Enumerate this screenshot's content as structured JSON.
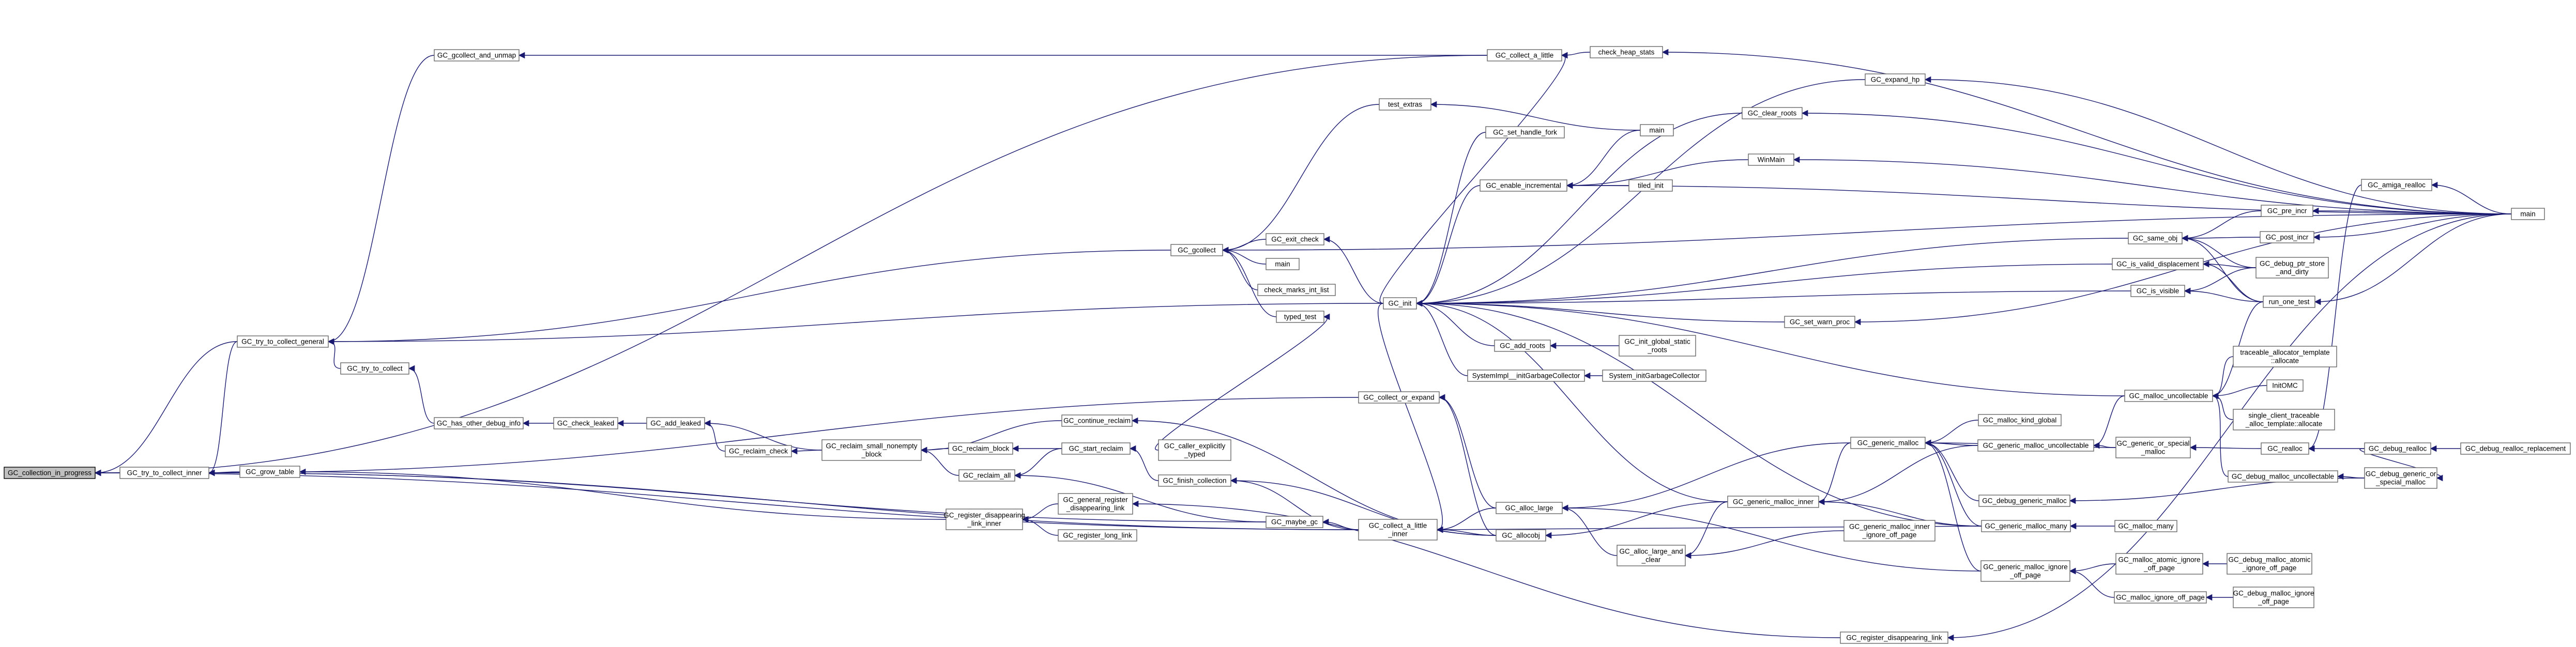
{
  "graph": {
    "kind": "call-graph",
    "root": "GC_collection_in_progress",
    "colors": {
      "node_fill": "#ffffff",
      "root_fill": "#bfbfbf",
      "node_border": "#666666",
      "edge": "#191970",
      "text": "#000000"
    },
    "nodes": [
      {
        "id": "GC_collection_in_progress",
        "lines": [
          "GC_collection_in_progress"
        ],
        "root": true
      },
      {
        "id": "GC_try_to_collect_inner",
        "lines": [
          "GC_try_to_collect_inner"
        ]
      },
      {
        "id": "GC_try_to_collect_general",
        "lines": [
          "GC_try_to_collect_general"
        ]
      },
      {
        "id": "GC_gcollect_and_unmap",
        "lines": [
          "GC_gcollect_and_unmap"
        ]
      },
      {
        "id": "GC_try_to_collect",
        "lines": [
          "GC_try_to_collect"
        ]
      },
      {
        "id": "GC_grow_table",
        "lines": [
          "GC_grow_table"
        ]
      },
      {
        "id": "GC_has_other_debug_info",
        "lines": [
          "GC_has_other_debug_info"
        ]
      },
      {
        "id": "GC_check_leaked",
        "lines": [
          "GC_check_leaked"
        ]
      },
      {
        "id": "GC_add_leaked",
        "lines": [
          "GC_add_leaked"
        ]
      },
      {
        "id": "GC_reclaim_check",
        "lines": [
          "GC_reclaim_check"
        ]
      },
      {
        "id": "GC_reclaim_small_nonempty_block",
        "lines": [
          "GC_reclaim_small_nonempty",
          "_block"
        ]
      },
      {
        "id": "GC_continue_reclaim",
        "lines": [
          "GC_continue_reclaim"
        ]
      },
      {
        "id": "GC_reclaim_block",
        "lines": [
          "GC_reclaim_block"
        ]
      },
      {
        "id": "GC_reclaim_all",
        "lines": [
          "GC_reclaim_all"
        ]
      },
      {
        "id": "GC_start_reclaim",
        "lines": [
          "GC_start_reclaim"
        ]
      },
      {
        "id": "GC_register_disappearing_link_inner",
        "lines": [
          "GC_register_disappearing",
          "_link_inner"
        ]
      },
      {
        "id": "GC_general_register_disappearing_link",
        "lines": [
          "GC_general_register",
          "_disappearing_link"
        ]
      },
      {
        "id": "GC_register_long_link",
        "lines": [
          "GC_register_long_link"
        ]
      },
      {
        "id": "GC_gcollect",
        "lines": [
          "GC_gcollect"
        ]
      },
      {
        "id": "test_extras",
        "lines": [
          "test_extras"
        ]
      },
      {
        "id": "GC_exit_check",
        "lines": [
          "GC_exit_check"
        ]
      },
      {
        "id": "main_a",
        "lines": [
          "main"
        ]
      },
      {
        "id": "check_marks_int_list",
        "lines": [
          "check_marks_int_list"
        ]
      },
      {
        "id": "typed_test",
        "lines": [
          "typed_test"
        ]
      },
      {
        "id": "GC_call_with_alloc_lock_typed",
        "lines": [
          "GC_caller_explicitly",
          "_typed"
        ]
      },
      {
        "id": "GC_finish_collection",
        "lines": [
          "GC_finish_collection"
        ]
      },
      {
        "id": "GC_maybe_gc",
        "lines": [
          "GC_maybe_gc"
        ]
      },
      {
        "id": "GC_collect_or_expand",
        "lines": [
          "GC_collect_or_expand"
        ]
      },
      {
        "id": "GC_collect_a_little_inner",
        "lines": [
          "GC_collect_a_little",
          "_inner"
        ]
      },
      {
        "id": "GC_collect_a_little",
        "lines": [
          "GC_collect_a_little"
        ]
      },
      {
        "id": "check_heap_stats",
        "lines": [
          "check_heap_stats"
        ]
      },
      {
        "id": "GC_init",
        "lines": [
          "GC_init"
        ]
      },
      {
        "id": "GC_set_handle_fork",
        "lines": [
          "GC_set_handle_fork"
        ]
      },
      {
        "id": "GC_enable_incremental",
        "lines": [
          "GC_enable_incremental"
        ]
      },
      {
        "id": "main_b",
        "lines": [
          "main"
        ]
      },
      {
        "id": "WinMain",
        "lines": [
          "WinMain"
        ]
      },
      {
        "id": "tiled_init",
        "lines": [
          "tiled_init"
        ]
      },
      {
        "id": "GC_add_roots",
        "lines": [
          "GC_add_roots"
        ]
      },
      {
        "id": "GC_init_global_static_roots",
        "lines": [
          "GC_init_global_static",
          "_roots"
        ]
      },
      {
        "id": "SystemImpl_initGarbageCollector",
        "lines": [
          "SystemImpl__initGarbageCollector"
        ]
      },
      {
        "id": "System_initGarbageCollector",
        "lines": [
          "System_initGarbageCollector"
        ]
      },
      {
        "id": "GC_alloc_large",
        "lines": [
          "GC_alloc_large"
        ]
      },
      {
        "id": "GC_allocobj",
        "lines": [
          "GC_allocobj"
        ]
      },
      {
        "id": "GC_alloc_large_and_clear",
        "lines": [
          "GC_alloc_large_and",
          "_clear"
        ]
      },
      {
        "id": "GC_generic_malloc_inner",
        "lines": [
          "GC_generic_malloc_inner"
        ]
      },
      {
        "id": "GC_generic_malloc_inner_ignore_off_page",
        "lines": [
          "GC_generic_malloc_inner",
          "_ignore_off_page"
        ]
      },
      {
        "id": "GC_generic_malloc",
        "lines": [
          "GC_generic_malloc"
        ]
      },
      {
        "id": "GC_malloc_kind_global",
        "lines": [
          "GC_malloc_kind_global"
        ]
      },
      {
        "id": "GC_generic_malloc_uncollectable",
        "lines": [
          "GC_generic_malloc_uncollectable"
        ]
      },
      {
        "id": "GC_generic_or_special_malloc",
        "lines": [
          "GC_generic_or_special",
          "_malloc"
        ]
      },
      {
        "id": "GC_debug_generic_malloc",
        "lines": [
          "GC_debug_generic_malloc"
        ]
      },
      {
        "id": "GC_generic_malloc_many",
        "lines": [
          "GC_generic_malloc_many"
        ]
      },
      {
        "id": "GC_malloc_many",
        "lines": [
          "GC_malloc_many"
        ]
      },
      {
        "id": "GC_generic_malloc_ignore_off_page",
        "lines": [
          "GC_generic_malloc_ignore",
          "_off_page"
        ]
      },
      {
        "id": "GC_malloc_atomic_ignore_off_page",
        "lines": [
          "GC_malloc_atomic_ignore",
          "_off_page"
        ]
      },
      {
        "id": "GC_debug_malloc_atomic_ignore_off_page",
        "lines": [
          "GC_debug_malloc_atomic",
          "_ignore_off_page"
        ]
      },
      {
        "id": "GC_malloc_ignore_off_page",
        "lines": [
          "GC_malloc_ignore_off_page"
        ]
      },
      {
        "id": "GC_debug_malloc_ignore_off_page",
        "lines": [
          "GC_debug_malloc_ignore",
          "_off_page"
        ]
      },
      {
        "id": "GC_register_disappearing_link",
        "lines": [
          "GC_register_disappearing_link"
        ]
      },
      {
        "id": "GC_expand_hp",
        "lines": [
          "GC_expand_hp"
        ]
      },
      {
        "id": "GC_clear_roots",
        "lines": [
          "GC_clear_roots"
        ]
      },
      {
        "id": "GC_amiga_realloc",
        "lines": [
          "GC_amiga_realloc"
        ]
      },
      {
        "id": "GC_same_obj",
        "lines": [
          "GC_same_obj"
        ]
      },
      {
        "id": "GC_pre_incr",
        "lines": [
          "GC_pre_incr"
        ]
      },
      {
        "id": "GC_post_incr",
        "lines": [
          "GC_post_incr"
        ]
      },
      {
        "id": "GC_is_valid_displacement",
        "lines": [
          "GC_is_valid_displacement"
        ]
      },
      {
        "id": "GC_debug_ptr_store_and_dirty",
        "lines": [
          "GC_debug_ptr_store",
          "_and_dirty"
        ]
      },
      {
        "id": "GC_is_visible",
        "lines": [
          "GC_is_visible"
        ]
      },
      {
        "id": "run_one_test",
        "lines": [
          "run_one_test"
        ]
      },
      {
        "id": "GC_set_warn_proc",
        "lines": [
          "GC_set_warn_proc"
        ]
      },
      {
        "id": "GC_malloc_uncollectable",
        "lines": [
          "GC_malloc_uncollectable"
        ]
      },
      {
        "id": "traceable_allocator_allocate",
        "lines": [
          "traceable_allocator_template",
          "::allocate"
        ]
      },
      {
        "id": "InitOMC",
        "lines": [
          "InitOMC"
        ]
      },
      {
        "id": "single_client_traceable_allocator_allocate",
        "lines": [
          "single_client_traceable",
          "_alloc_template::allocate"
        ]
      },
      {
        "id": "GC_realloc",
        "lines": [
          "GC_realloc"
        ]
      },
      {
        "id": "GC_debug_malloc_uncollectable",
        "lines": [
          "GC_debug_malloc_uncollectable"
        ]
      },
      {
        "id": "GC_debug_realloc",
        "lines": [
          "GC_debug_realloc"
        ]
      },
      {
        "id": "GC_debug_realloc_replacement",
        "lines": [
          "GC_debug_realloc_replacement"
        ]
      },
      {
        "id": "GC_debug_generic_or_special_malloc",
        "lines": [
          "GC_debug_generic_or",
          "_special_malloc"
        ]
      },
      {
        "id": "main_c",
        "lines": [
          "main"
        ]
      }
    ],
    "edges": [
      [
        "GC_try_to_collect_inner",
        "GC_collection_in_progress"
      ],
      [
        "GC_try_to_collect_general",
        "GC_collection_in_progress"
      ],
      [
        "GC_collect_a_little",
        "GC_collection_in_progress"
      ],
      [
        "GC_collect_a_little_inner",
        "GC_collection_in_progress"
      ],
      [
        "GC_try_to_collect_general",
        "GC_try_to_collect_inner"
      ],
      [
        "GC_grow_table",
        "GC_try_to_collect_inner"
      ],
      [
        "GC_collect_or_expand",
        "GC_try_to_collect_inner"
      ],
      [
        "GC_maybe_gc",
        "GC_try_to_collect_inner"
      ],
      [
        "GC_collect_a_little_inner",
        "GC_try_to_collect_inner"
      ],
      [
        "GC_gcollect_and_unmap",
        "GC_try_to_collect_general"
      ],
      [
        "GC_gcollect",
        "GC_try_to_collect_general"
      ],
      [
        "GC_try_to_collect",
        "GC_try_to_collect_general"
      ],
      [
        "GC_init",
        "GC_try_to_collect_general"
      ],
      [
        "GC_collect_a_little",
        "GC_gcollect_and_unmap"
      ],
      [
        "GC_has_other_debug_info",
        "GC_try_to_collect"
      ],
      [
        "GC_check_leaked",
        "GC_has_other_debug_info"
      ],
      [
        "GC_add_leaked",
        "GC_check_leaked"
      ],
      [
        "GC_reclaim_check",
        "GC_add_leaked"
      ],
      [
        "GC_reclaim_small_nonempty_block",
        "GC_add_leaked"
      ],
      [
        "GC_reclaim_small_nonempty_block",
        "GC_reclaim_check"
      ],
      [
        "GC_continue_reclaim",
        "GC_reclaim_small_nonempty_block"
      ],
      [
        "GC_reclaim_block",
        "GC_reclaim_small_nonempty_block"
      ],
      [
        "GC_reclaim_all",
        "GC_reclaim_small_nonempty_block"
      ],
      [
        "GC_start_reclaim",
        "GC_reclaim_block"
      ],
      [
        "GC_start_reclaim",
        "GC_reclaim_all"
      ],
      [
        "GC_maybe_gc",
        "GC_reclaim_all"
      ],
      [
        "GC_allocobj",
        "GC_continue_reclaim"
      ],
      [
        "GC_finish_collection",
        "GC_start_reclaim"
      ],
      [
        "GC_register_disappearing_link_inner",
        "GC_grow_table"
      ],
      [
        "GC_general_register_disappearing_link",
        "GC_register_disappearing_link_inner"
      ],
      [
        "GC_register_long_link",
        "GC_register_disappearing_link_inner"
      ],
      [
        "GC_register_disappearing_link",
        "GC_general_register_disappearing_link"
      ],
      [
        "GC_collect_a_little_inner",
        "GC_finish_collection"
      ],
      [
        "GC_allocobj",
        "GC_finish_collection"
      ],
      [
        "GC_collect_a_little_inner",
        "GC_maybe_gc"
      ],
      [
        "GC_alloc_large",
        "GC_collect_or_expand"
      ],
      [
        "GC_allocobj",
        "GC_collect_or_expand"
      ],
      [
        "GC_alloc_large",
        "GC_collect_a_little_inner"
      ],
      [
        "GC_allocobj",
        "GC_collect_a_little_inner"
      ],
      [
        "GC_generic_malloc_many",
        "GC_collect_a_little_inner"
      ],
      [
        "GC_init",
        "GC_collect_a_little_inner"
      ],
      [
        "check_heap_stats",
        "GC_collect_a_little"
      ],
      [
        "GC_init",
        "GC_collect_a_little"
      ],
      [
        "main_c",
        "check_heap_stats"
      ],
      [
        "test_extras",
        "GC_gcollect"
      ],
      [
        "GC_exit_check",
        "GC_gcollect"
      ],
      [
        "main_a",
        "GC_gcollect"
      ],
      [
        "check_marks_int_list",
        "GC_gcollect"
      ],
      [
        "typed_test",
        "GC_gcollect"
      ],
      [
        "main_c",
        "GC_gcollect"
      ],
      [
        "main_b",
        "test_extras"
      ],
      [
        "GC_init",
        "GC_exit_check"
      ],
      [
        "GC_call_with_alloc_lock_typed",
        "typed_test"
      ],
      [
        "GC_set_handle_fork",
        "GC_init"
      ],
      [
        "GC_enable_incremental",
        "GC_init"
      ],
      [
        "GC_add_roots",
        "GC_init"
      ],
      [
        "SystemImpl_initGarbageCollector",
        "GC_init"
      ],
      [
        "GC_expand_hp",
        "GC_init"
      ],
      [
        "GC_clear_roots",
        "GC_init"
      ],
      [
        "GC_same_obj",
        "GC_init"
      ],
      [
        "GC_is_valid_displacement",
        "GC_init"
      ],
      [
        "GC_is_visible",
        "GC_init"
      ],
      [
        "GC_set_warn_proc",
        "GC_init"
      ],
      [
        "GC_malloc_uncollectable",
        "GC_init"
      ],
      [
        "GC_generic_malloc_inner",
        "GC_init"
      ],
      [
        "GC_generic_malloc_many",
        "GC_init"
      ],
      [
        "GC_init_global_static_roots",
        "GC_add_roots"
      ],
      [
        "System_initGarbageCollector",
        "SystemImpl_initGarbageCollector"
      ],
      [
        "main_b",
        "GC_enable_incremental"
      ],
      [
        "WinMain",
        "GC_enable_incremental"
      ],
      [
        "tiled_init",
        "GC_enable_incremental"
      ],
      [
        "main_c",
        "GC_enable_incremental"
      ],
      [
        "main_c",
        "WinMain"
      ],
      [
        "GC_alloc_large_and_clear",
        "GC_alloc_large"
      ],
      [
        "GC_generic_malloc",
        "GC_alloc_large"
      ],
      [
        "GC_generic_malloc_ignore_off_page",
        "GC_alloc_large"
      ],
      [
        "GC_generic_malloc_inner",
        "GC_allocobj"
      ],
      [
        "GC_generic_malloc_inner",
        "GC_alloc_large_and_clear"
      ],
      [
        "GC_generic_malloc_inner_ignore_off_page",
        "GC_alloc_large_and_clear"
      ],
      [
        "GC_generic_malloc",
        "GC_generic_malloc_inner"
      ],
      [
        "GC_generic_malloc_uncollectable",
        "GC_generic_malloc_inner"
      ],
      [
        "GC_generic_malloc_many",
        "GC_generic_malloc_inner"
      ],
      [
        "GC_malloc_kind_global",
        "GC_generic_malloc"
      ],
      [
        "GC_generic_malloc_uncollectable",
        "GC_generic_malloc"
      ],
      [
        "GC_generic_or_special_malloc",
        "GC_generic_malloc"
      ],
      [
        "GC_debug_generic_malloc",
        "GC_generic_malloc"
      ],
      [
        "GC_generic_malloc_many",
        "GC_generic_malloc"
      ],
      [
        "GC_generic_malloc_ignore_off_page",
        "GC_generic_malloc"
      ],
      [
        "GC_generic_or_special_malloc",
        "GC_generic_malloc_uncollectable"
      ],
      [
        "GC_malloc_uncollectable",
        "GC_generic_malloc_uncollectable"
      ],
      [
        "GC_realloc",
        "GC_generic_or_special_malloc"
      ],
      [
        "GC_debug_generic_or_special_malloc",
        "GC_debug_generic_malloc"
      ],
      [
        "GC_malloc_many",
        "GC_generic_malloc_many"
      ],
      [
        "GC_malloc_atomic_ignore_off_page",
        "GC_generic_malloc_ignore_off_page"
      ],
      [
        "GC_malloc_ignore_off_page",
        "GC_generic_malloc_ignore_off_page"
      ],
      [
        "GC_debug_malloc_atomic_ignore_off_page",
        "GC_malloc_atomic_ignore_off_page"
      ],
      [
        "GC_debug_malloc_ignore_off_page",
        "GC_malloc_ignore_off_page"
      ],
      [
        "main_c",
        "GC_register_disappearing_link"
      ],
      [
        "main_c",
        "GC_expand_hp"
      ],
      [
        "main_c",
        "GC_clear_roots"
      ],
      [
        "main_c",
        "GC_amiga_realloc"
      ],
      [
        "GC_pre_incr",
        "GC_same_obj"
      ],
      [
        "GC_post_incr",
        "GC_same_obj"
      ],
      [
        "GC_debug_ptr_store_and_dirty",
        "GC_same_obj"
      ],
      [
        "run_one_test",
        "GC_same_obj"
      ],
      [
        "main_c",
        "GC_pre_incr"
      ],
      [
        "main_c",
        "GC_post_incr"
      ],
      [
        "GC_debug_ptr_store_and_dirty",
        "GC_is_valid_displacement"
      ],
      [
        "run_one_test",
        "GC_is_valid_displacement"
      ],
      [
        "GC_debug_ptr_store_and_dirty",
        "GC_is_visible"
      ],
      [
        "run_one_test",
        "GC_is_visible"
      ],
      [
        "main_c",
        "run_one_test"
      ],
      [
        "main_c",
        "GC_set_warn_proc"
      ],
      [
        "traceable_allocator_allocate",
        "GC_malloc_uncollectable"
      ],
      [
        "InitOMC",
        "GC_malloc_uncollectable"
      ],
      [
        "single_client_traceable_allocator_allocate",
        "GC_malloc_uncollectable"
      ],
      [
        "GC_debug_malloc_uncollectable",
        "GC_malloc_uncollectable"
      ],
      [
        "run_one_test",
        "GC_malloc_uncollectable"
      ],
      [
        "GC_amiga_realloc",
        "GC_realloc"
      ],
      [
        "GC_debug_realloc",
        "GC_realloc"
      ],
      [
        "GC_debug_generic_or_special_malloc",
        "GC_debug_malloc_uncollectable"
      ],
      [
        "GC_debug_realloc",
        "GC_debug_generic_or_special_malloc"
      ],
      [
        "GC_debug_realloc_replacement",
        "GC_debug_realloc"
      ]
    ]
  }
}
